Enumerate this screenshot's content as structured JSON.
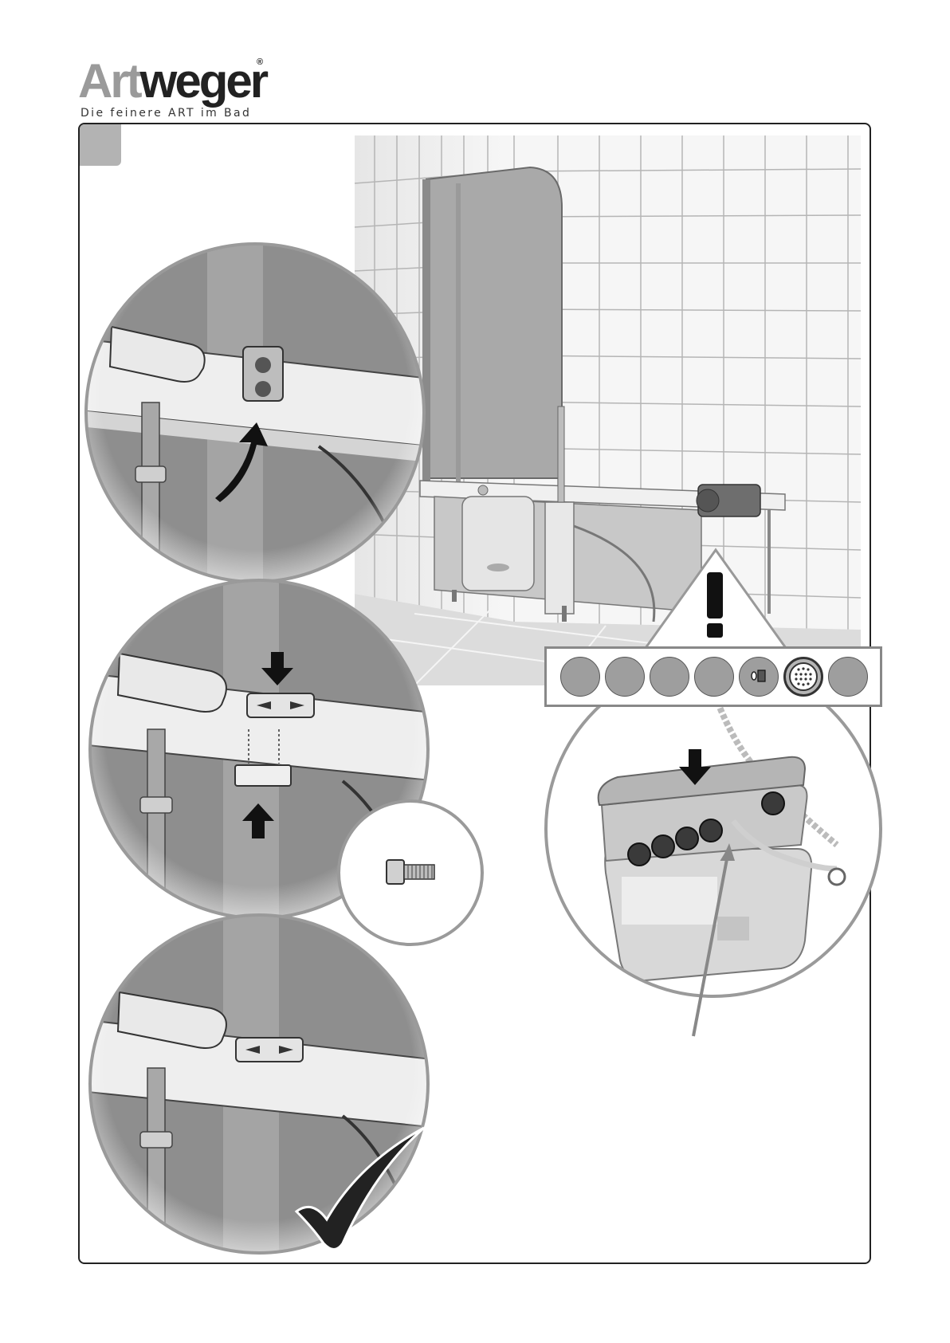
{
  "brand": {
    "name_part1": "Art",
    "name_part2": "weger",
    "registered": "®",
    "tagline": "Die feinere ART im Bad"
  },
  "icons": {
    "warning": "warning-triangle-icon",
    "check": "checkmark-icon",
    "screw": "cap-screw-icon",
    "connector": "connector-icon"
  },
  "colors": {
    "frame": "#222222",
    "step_tab": "#b3b3b3",
    "circle_border": "#9a9a9a",
    "tool_dot": "#9e9e9e"
  }
}
